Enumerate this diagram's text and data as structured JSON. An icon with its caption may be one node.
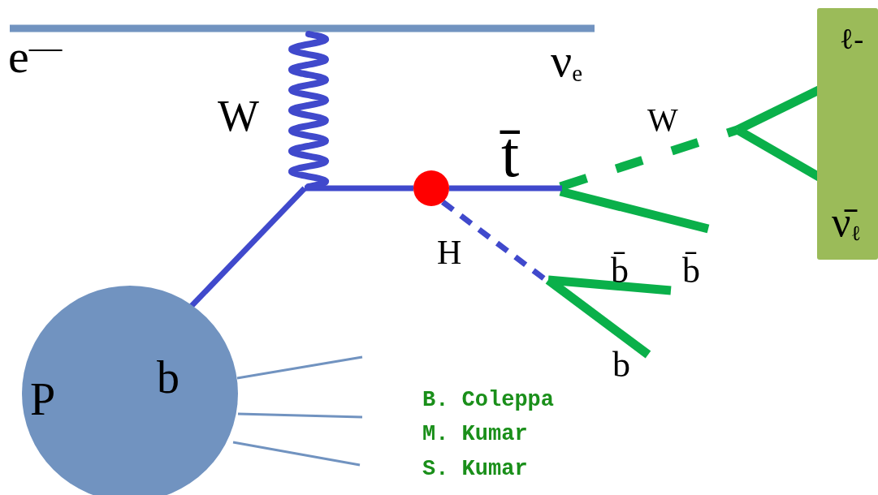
{
  "diagram": {
    "nodes": [
      {
        "text": [
          "P",
          "b"
        ]
      },
      {
        "text": [],
        "shape": "circle"
      },
      {
        "text": [
          "ℓ-",
          "ν̄$_{ℓ}$"
        ]
      }
    ],
    "edges": [
      {
        "from": 0,
        "to": null,
        "arrow": "none"
      },
      {
        "from": null,
        "to": 1,
        "arrow": "none"
      },
      {
        "from": 1,
        "to": null,
        "arrow": "none"
      },
      {
        "from": 1,
        "to": null,
        "arrow": "none",
        "style": "dashed"
      },
      {
        "from": null,
        "to": 2,
        "arrow": "none",
        "color": "#0ab04a"
      },
      {
        "from": null,
        "to": 2,
        "arrow": "none",
        "color": "#0ab04a"
      },
      {
        "from": 0,
        "to": null,
        "arrow": "none",
        "color": "#7193c0"
      },
      {
        "from": 0,
        "to": null,
        "arrow": "none",
        "color": "#7193c0"
      },
      {
        "from": 0,
        "to": null,
        "arrow": "none",
        "color": "#7193c0"
      }
    ],
    "labels": [
      "e$^{—}$",
      "ν$_{e}$",
      "W",
      "t̄",
      "W",
      "H",
      "b̄",
      "b̄",
      "b",
      "B. Coleppa",
      "M. Kumar",
      "S. Kumar"
    ]
  }
}
